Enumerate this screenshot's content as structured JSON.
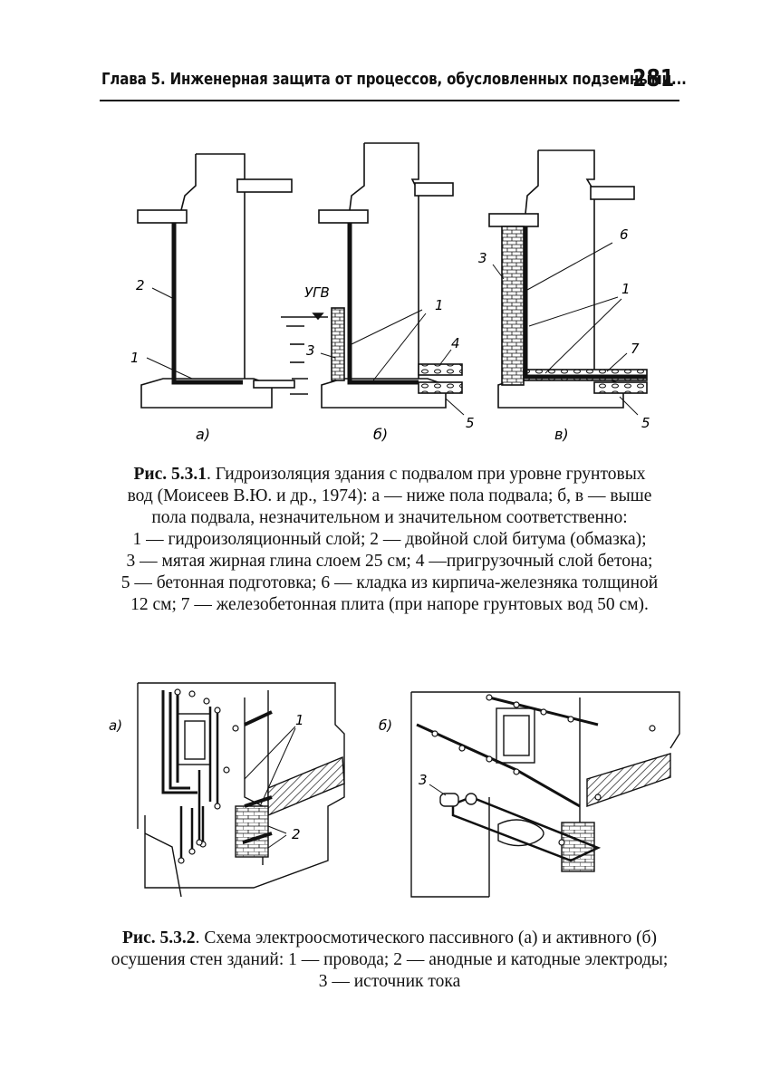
{
  "header": {
    "title": "Глава 5. Инженерная защита от процессов, обусловленных подземными...",
    "page_number": "281"
  },
  "figure1": {
    "panel_labels": [
      "а)",
      "б)",
      "в)"
    ],
    "callouts": {
      "a": [
        "2",
        "1"
      ],
      "b": [
        "УГВ",
        "1",
        "3",
        "4",
        "5"
      ],
      "v": [
        "6",
        "3",
        "1",
        "7",
        "5"
      ]
    },
    "caption": {
      "number": "Рис. 5.3.1",
      "lines": [
        ". Гидроизоляция здания с подвалом при уровне грунтовых",
        "вод (Моисеев В.Ю. и др., 1974): а — ниже пола подвала; б, в — выше",
        "пола подвала, незначительном и значительном соответственно:",
        "1 — гидроизоляционный слой; 2 — двойной слой битума (обмазка);",
        "3 — мятая жирная глина слоем 25 см; 4 —пригрузочный слой бетона;",
        "5 — бетонная подготовка; 6 — кладка из кирпича-железняка толщиной",
        "12 см; 7 — железобетонная плита (при напоре грунтовых вод 50 см)."
      ]
    }
  },
  "figure2": {
    "panel_labels": [
      "а)",
      "б)"
    ],
    "callouts": [
      "1",
      "2",
      "3"
    ],
    "caption": {
      "number": "Рис. 5.3.2",
      "lines": [
        ". Схема электроосмотического пассивного (а) и активного (б)",
        "осушения стен зданий: 1 — провода; 2 — анодные и катодные электроды;",
        "3 — источник тока"
      ]
    }
  }
}
